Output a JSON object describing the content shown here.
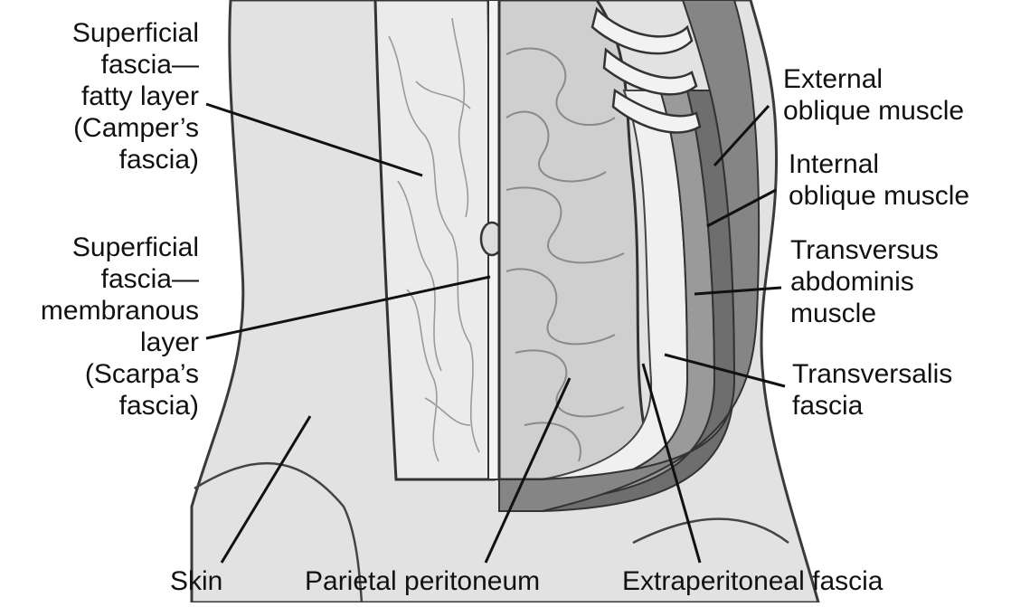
{
  "labels": {
    "campers": "Superficial\nfascia—\nfatty layer\n(Camper’s\nfascia)",
    "scarpas": "Superficial\nfascia—\nmembranous\nlayer\n(Scarpa’s\nfascia)",
    "external_oblique": "External\noblique muscle",
    "internal_oblique": "Internal\noblique muscle",
    "transversus": "Transversus\nabdominis\nmuscle",
    "transversalis": "Transversalis\nfascia",
    "skin": "Skin",
    "parietal": "Parietal peritoneum",
    "extraperitoneal": "Extraperitoneal fascia"
  },
  "colors": {
    "outline": "#333333",
    "skin_fill": "#dcdcdc",
    "fat_fill": "#e6e6e6",
    "viscera_fill": "#c9c9c9",
    "muscle_dark": "#555555",
    "leader": "#111111"
  }
}
